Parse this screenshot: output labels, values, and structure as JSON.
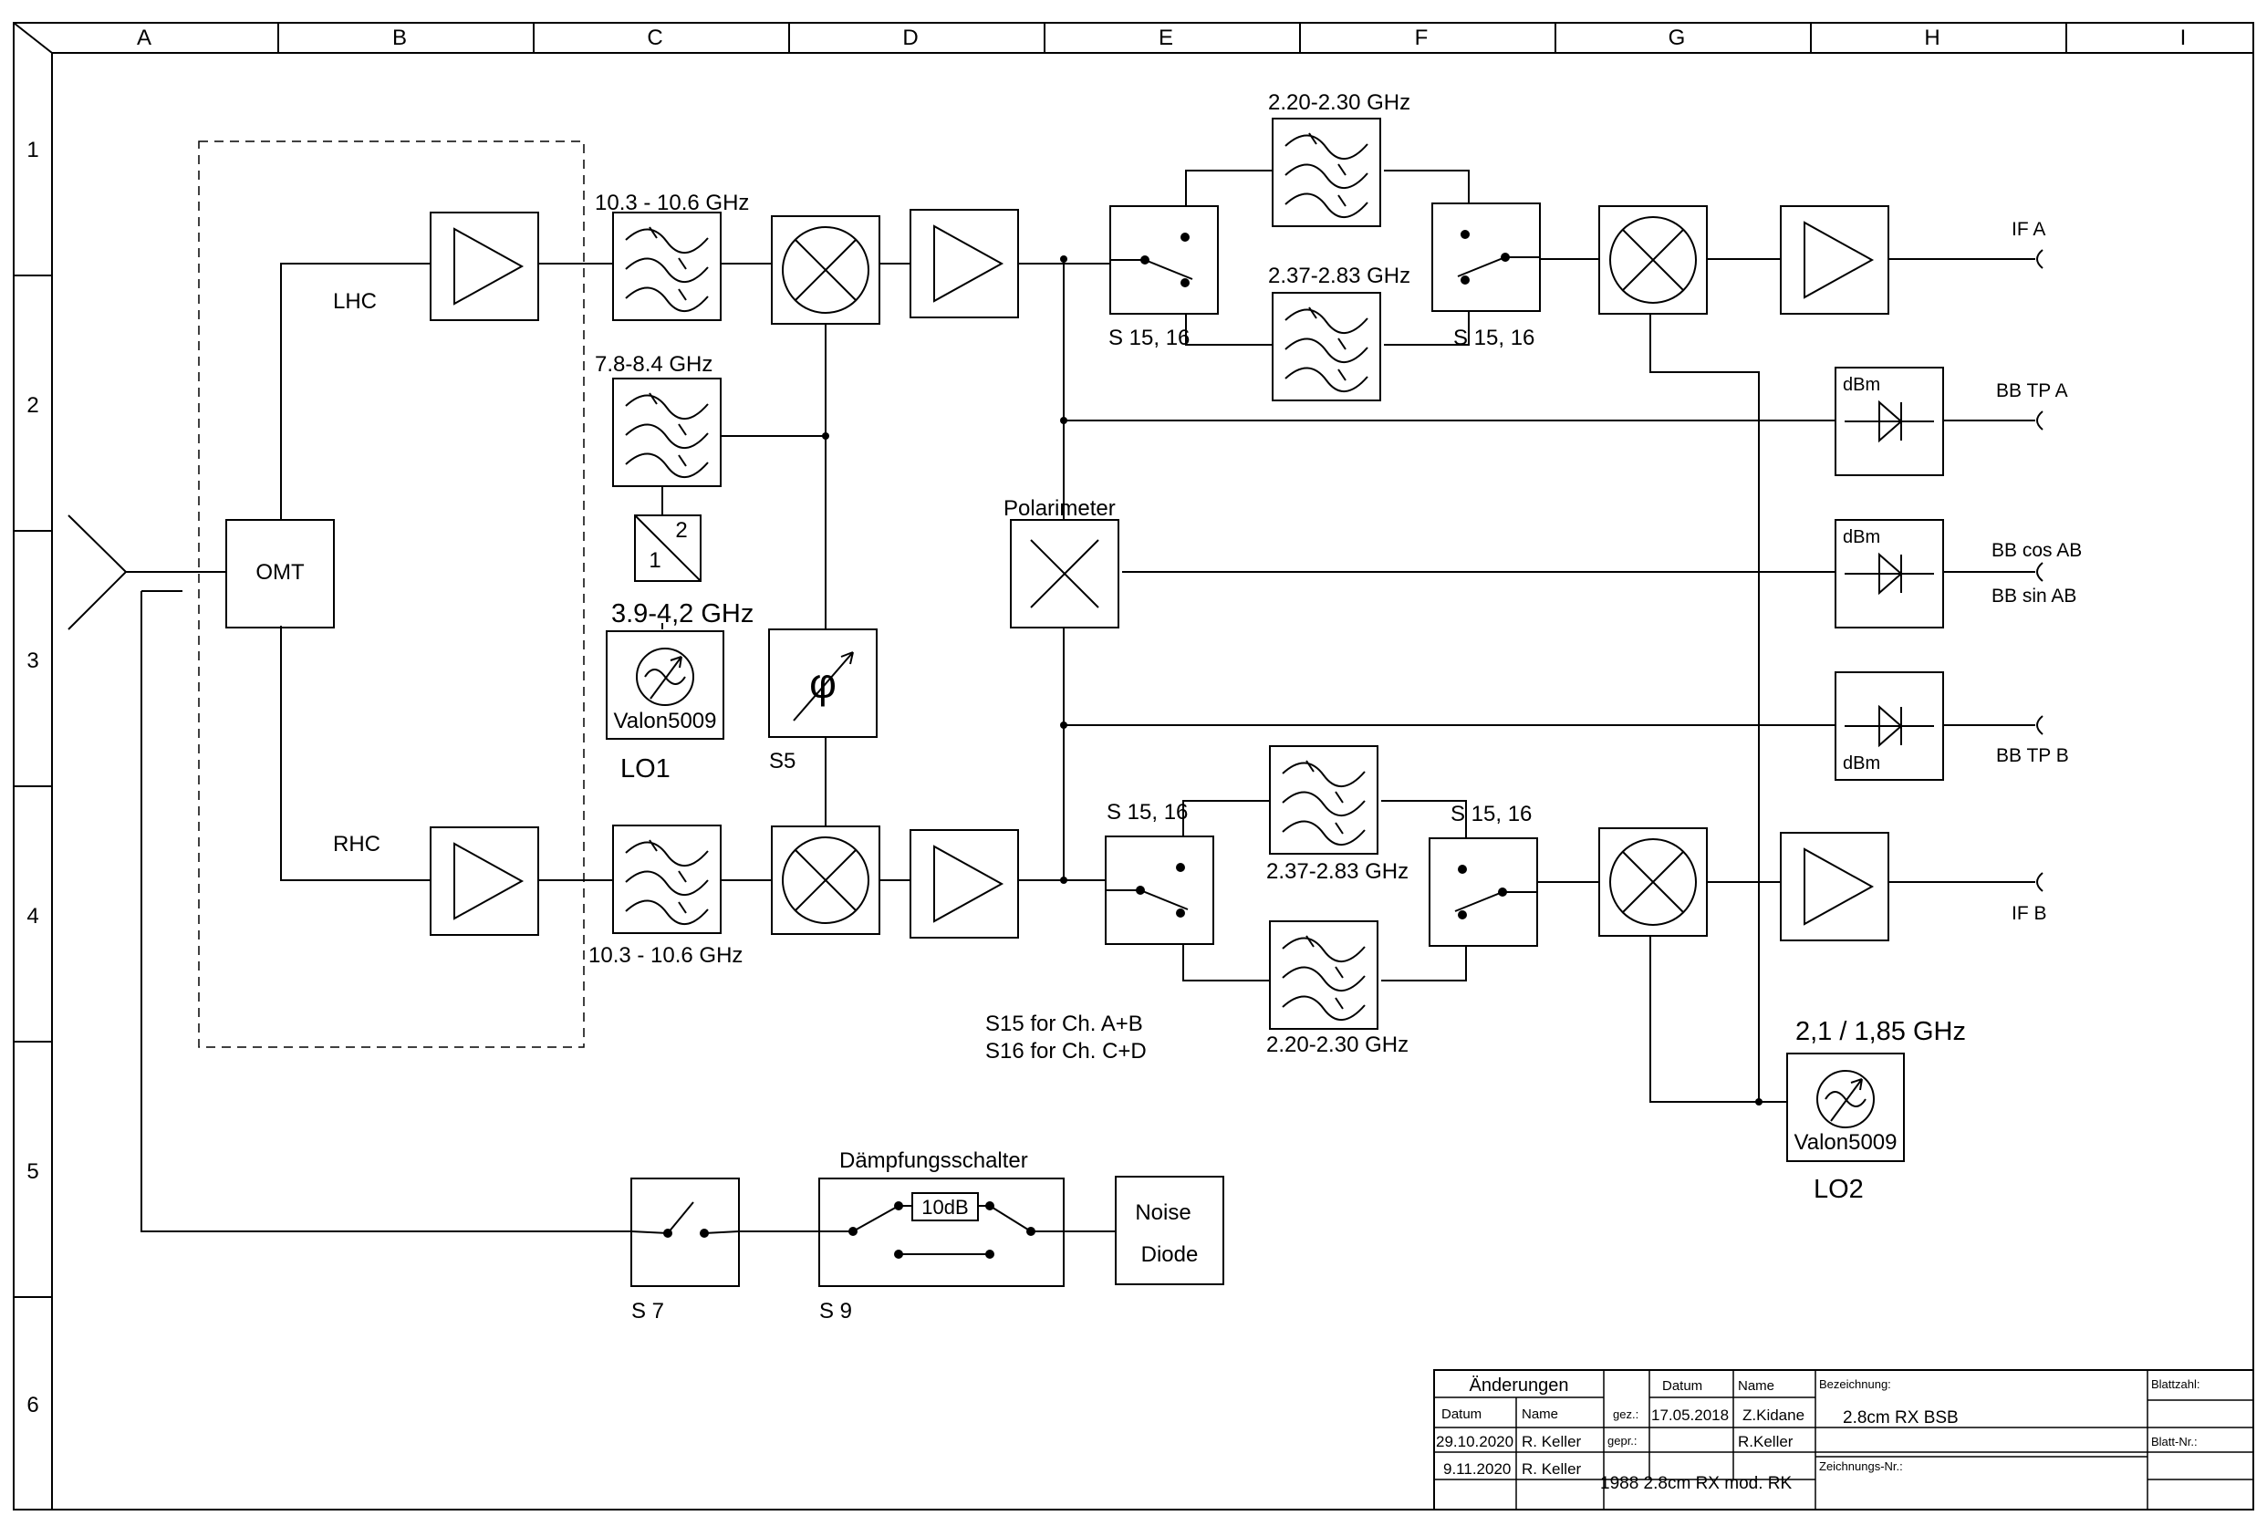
{
  "frame": {
    "cols": [
      "A",
      "B",
      "C",
      "D",
      "E",
      "F",
      "G",
      "H",
      "I"
    ],
    "rows": [
      "1",
      "2",
      "3",
      "4",
      "5",
      "6"
    ]
  },
  "labels": {
    "lhc": "LHC",
    "rhc": "RHC",
    "omt": "OMT",
    "filt_top": "10.3 - 10.6 GHz",
    "filt_bot": "10.3 - 10.6 GHz",
    "filt_lo": "7.8-8.4 GHz",
    "div_1": "1",
    "div_2": "2",
    "lo1_freq": "3.9-4,2 GHz",
    "valon": "Valon5009",
    "lo1": "LO1",
    "s5": "S5",
    "polarimeter": "Polarimeter",
    "f_a1": "2.20-2.30 GHz",
    "f_a2": "2.37-2.83 GHz",
    "f_b1": "2.37-2.83 GHz",
    "f_b2": "2.20-2.30 GHz",
    "s1516": "S 15, 16",
    "s15_note": "S15 for Ch. A+B",
    "s16_note": "S16 for Ch. C+D",
    "if_a": "IF A",
    "if_b": "IF B",
    "bb_tp_a": "BB TP A",
    "bb_cos": "BB cos AB",
    "bb_sin": "BB sin AB",
    "bb_tp_b": "BB TP B",
    "dbm": "dBm",
    "lo2_freq": "2,1 / 1,85 GHz",
    "lo2": "LO2",
    "daempf": "Dämpfungsschalter",
    "att": "10dB",
    "noise1": "Noise",
    "noise2": "Diode",
    "s7": "S 7",
    "s9": "S 9"
  },
  "titleblock": {
    "aenderungen": "Änderungen",
    "datum_h": "Datum",
    "name_h": "Name",
    "bez_h": "Bezeichnung:",
    "blattzahl": "Blattzahl:",
    "gez": "gez.:",
    "gez_date": "17.05.2018",
    "gez_name": "Z.Kidane",
    "gepr": "gepr.:",
    "gepr_name": "R.Keller",
    "bez": "2.8cm RX BSB",
    "blattnr": "Blatt-Nr.:",
    "ch1_date": "29.10.2020",
    "ch1_name": "R. Keller",
    "ch2_date": "9.11.2020",
    "ch2_name": "R. Keller",
    "zeich": "Zeichnungs-Nr.:",
    "drawing": "1988 2.8cm RX mod. RK"
  }
}
